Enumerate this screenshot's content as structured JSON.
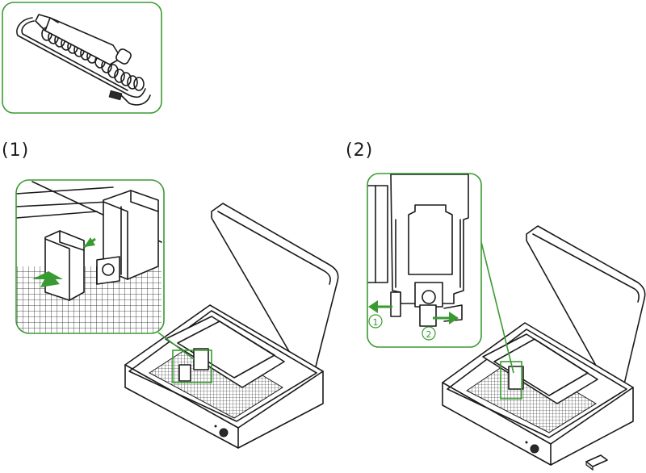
{
  "steps": [
    {
      "label": "(1)"
    },
    {
      "label": "(2)"
    }
  ],
  "callouts": {
    "arrow_1": "1",
    "arrow_2": "2"
  },
  "colors": {
    "accent": "#3a9a32",
    "line": "#1a1a1a",
    "background": "#ffffff"
  }
}
